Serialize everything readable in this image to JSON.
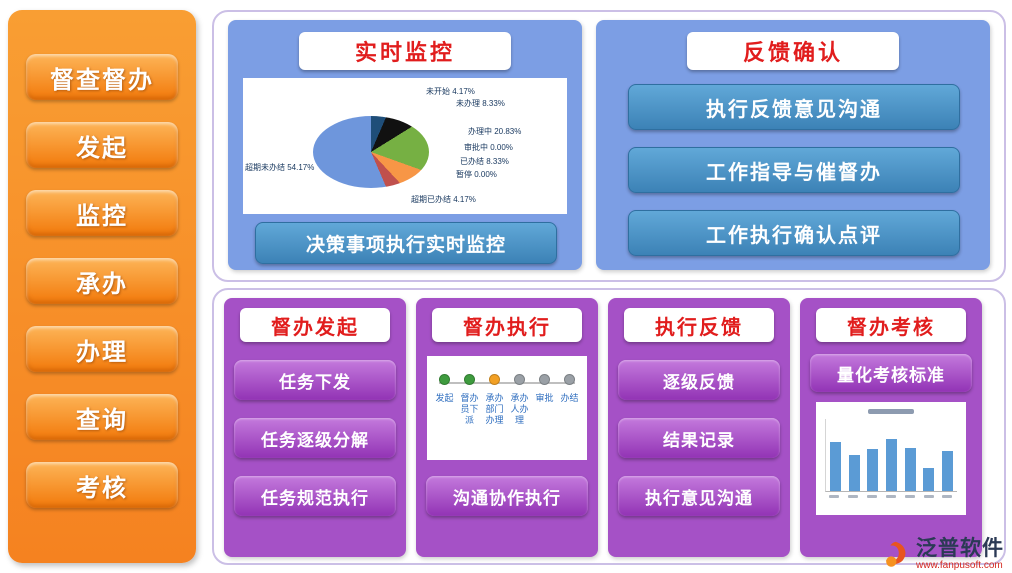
{
  "sidebar": {
    "title": "督查督办",
    "items": [
      "发起",
      "监控",
      "承办",
      "办理",
      "查询",
      "考核"
    ]
  },
  "monitor_panel": {
    "title": "实时监控",
    "action": "决策事项执行实时监控"
  },
  "feedback_panel": {
    "title": "反馈确认",
    "buttons": [
      "执行反馈意见沟通",
      "工作指导与催督办",
      "工作执行确认点评"
    ]
  },
  "initiate_panel": {
    "title": "督办发起",
    "buttons": [
      "任务下发",
      "任务逐级分解",
      "任务规范执行"
    ]
  },
  "execute_panel": {
    "title": "督办执行",
    "action": "沟通协作执行"
  },
  "exec_feedback_panel": {
    "title": "执行反馈",
    "buttons": [
      "逐级反馈",
      "结果记录",
      "执行意见沟通"
    ]
  },
  "assess_panel": {
    "title": "督办考核",
    "action": "量化考核标准"
  },
  "flow_steps": [
    {
      "label": "发起",
      "color": "#3E9B3E"
    },
    {
      "label": "督办员下派",
      "color": "#3E9B3E"
    },
    {
      "label": "承办部门办理",
      "color": "#F2A024"
    },
    {
      "label": "承办人办理",
      "color": "#9AA0A6"
    },
    {
      "label": "审批",
      "color": "#9AA0A6"
    },
    {
      "label": "办结",
      "color": "#9AA0A6"
    }
  ],
  "logo": {
    "name": "泛普软件",
    "site": "www.fanpusoft.com"
  },
  "colors": {
    "sidebar_orange": "#F58220",
    "panel_blue": "#7C9EE4",
    "button_blue": "#3C82B6",
    "panel_purple": "#A551C6",
    "title_red": "#E11D1D"
  },
  "chart_data": [
    {
      "type": "pie",
      "title": "决策事项执行实时监控",
      "labels": [
        "未开始",
        "未办理",
        "办理中",
        "审批中",
        "已办结",
        "暂停",
        "超期已办结",
        "超期未办结"
      ],
      "values": [
        4.17,
        8.33,
        20.83,
        0.0,
        8.33,
        0.0,
        4.17,
        54.17
      ],
      "colors": [
        "#1F4E79",
        "#111111",
        "#76B043",
        "#FFC000",
        "#F79646",
        "#8064A2",
        "#C0504D",
        "#6E96DC"
      ],
      "unit": "%",
      "legend_position": "around"
    },
    {
      "type": "bar",
      "title": "",
      "categories": [
        "",
        "",
        "",
        "",
        "",
        "",
        ""
      ],
      "values": [
        68,
        50,
        58,
        72,
        60,
        32,
        55
      ],
      "color": "#5B9BD5",
      "ylim": [
        0,
        100
      ],
      "grid": false
    }
  ]
}
